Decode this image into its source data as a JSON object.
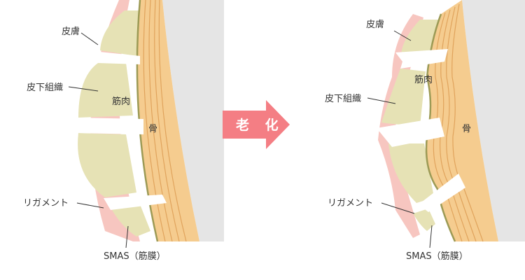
{
  "labels": {
    "skin": "皮膚",
    "subcutaneous": "皮下組織",
    "muscle": "筋肉",
    "bone": "骨",
    "ligament": "リガメント",
    "smas": "SMAS（筋膜）"
  },
  "arrow": {
    "text": "老 化"
  },
  "colors": {
    "skin": "#f7c6c0",
    "fat": "#e6e2b5",
    "muscle": "#f5cc8f",
    "muscle_line": "#e0a35c",
    "fascia": "#9c9a55",
    "bone": "#e5e5e5",
    "arrow": "#f47e84"
  }
}
